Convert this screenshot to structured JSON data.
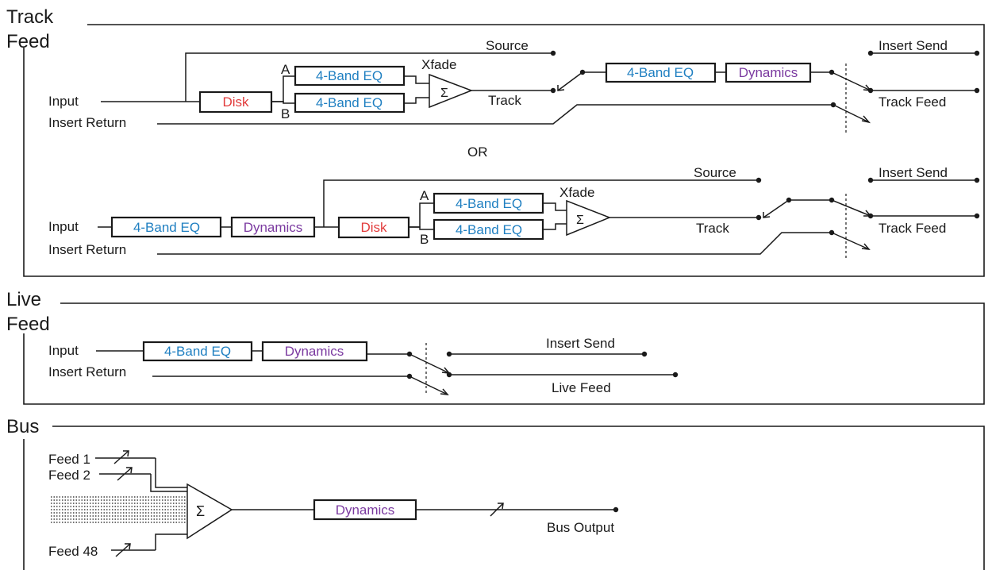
{
  "sections": {
    "track_feed": {
      "title_line1": "Track",
      "title_line2": "Feed"
    },
    "live_feed": {
      "title_line1": "Live",
      "title_line2": "Feed"
    },
    "bus": {
      "title": "Bus"
    }
  },
  "blocks": {
    "eq": "4-Band EQ",
    "dynamics": "Dynamics",
    "disk": "Disk",
    "sigma": "Σ"
  },
  "labels": {
    "input": "Input",
    "insert_return": "Insert Return",
    "source": "Source",
    "insert_send": "Insert Send",
    "track": "Track",
    "track_feed": "Track Feed",
    "xfade": "Xfade",
    "path_a": "A",
    "path_b": "B",
    "or": "OR",
    "live_feed": "Live Feed",
    "feed_1": "Feed 1",
    "feed_2": "Feed 2",
    "feed_48": "Feed 48",
    "bus_output": "Bus Output"
  },
  "colors": {
    "eq": "#1f7fc1",
    "dynamics": "#7b3aa0",
    "disk": "#e23b3b",
    "lines": "#1a1a1a"
  }
}
